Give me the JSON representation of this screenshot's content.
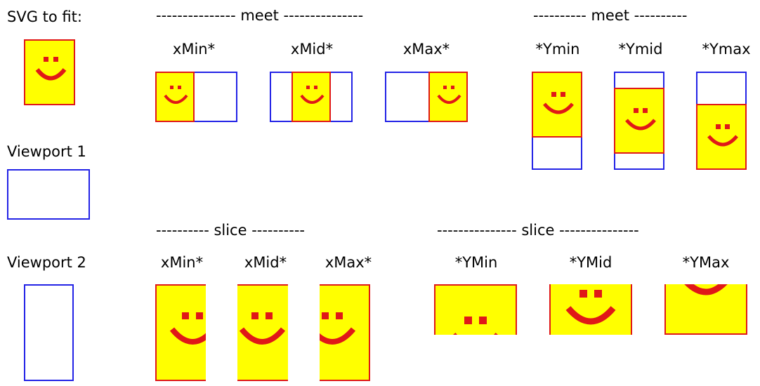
{
  "labels": {
    "svg_to_fit": "SVG to fit:",
    "viewport_1": "Viewport 1",
    "viewport_2": "Viewport 2"
  },
  "meet_sections": [
    {
      "header": "--------------- meet ---------------",
      "columns": [
        "xMin*",
        "xMid*",
        "xMax*"
      ]
    },
    {
      "header": "---------- meet ----------",
      "columns": [
        "*Ymin",
        "*Ymid",
        "*Ymax"
      ]
    }
  ],
  "slice_sections": [
    {
      "header": "---------- slice ----------",
      "columns": [
        "xMin*",
        "xMid*",
        "xMax*"
      ]
    },
    {
      "header": "--------------- slice ---------------",
      "columns": [
        "*YMin",
        "*YMid",
        "*YMax"
      ]
    }
  ],
  "colors": {
    "viewport_border": "#2323e6",
    "svg_border": "#e01818",
    "svg_fill": "#ffff00",
    "smiley": "#e01818"
  }
}
